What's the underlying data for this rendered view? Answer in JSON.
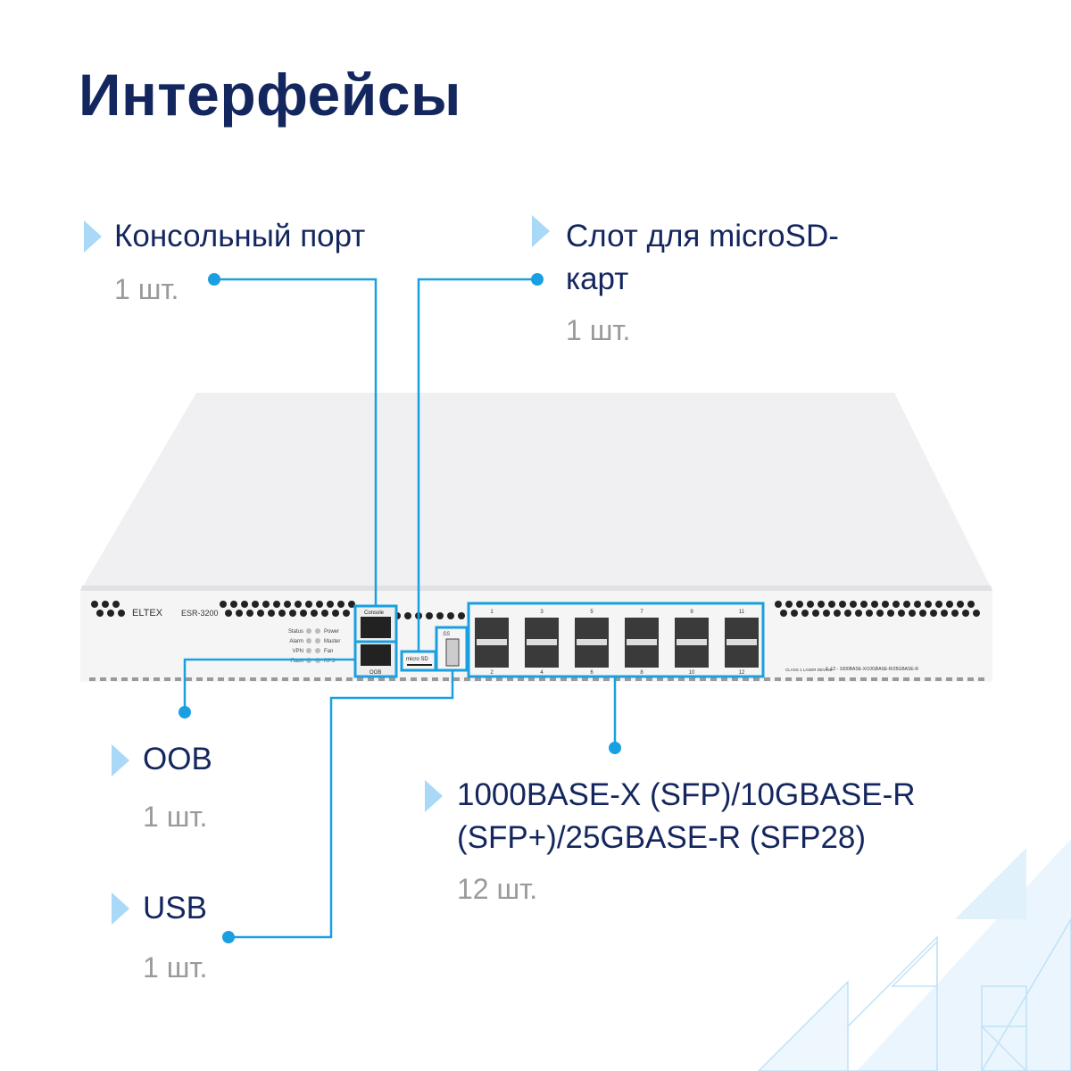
{
  "title": "Интерфейсы",
  "colors": {
    "title": "#14265e",
    "accent": "#1aa0e0",
    "marker": "#a9d9f6",
    "count": "#9a9a9a"
  },
  "callouts": [
    {
      "label": "Консольный порт",
      "count": "1 шт."
    },
    {
      "label_line1": "Слот для microSD-",
      "label_line2": "карт",
      "count": "1 шт."
    },
    {
      "label": "OOB",
      "count": "1 шт."
    },
    {
      "label": "USB",
      "count": "1 шт."
    },
    {
      "label_line1": "1000BASE-X (SFP)/10GBASE-R",
      "label_line2": "(SFP+)/25GBASE-R (SFP28)",
      "count": "12 шт."
    }
  ],
  "device": {
    "brand": "ELTEX",
    "model": "ESR-3200",
    "leds": [
      "Status",
      "Power",
      "Alarm",
      "Master",
      "VPN",
      "Fan",
      "Flash",
      "RPS"
    ],
    "console_label": "Console",
    "oob_label": "OOB",
    "microsd_label": "micro SD",
    "usb_label": "SS",
    "sfp_top": [
      "1",
      "3",
      "5",
      "7",
      "9",
      "11"
    ],
    "sfp_bottom": [
      "2",
      "4",
      "6",
      "8",
      "10",
      "12"
    ],
    "laser_label": "CLASS 1 LASER DEVICE",
    "port_note": "1..12 - 1000BASE-X/10GBASE-R/25GBASE-R"
  }
}
